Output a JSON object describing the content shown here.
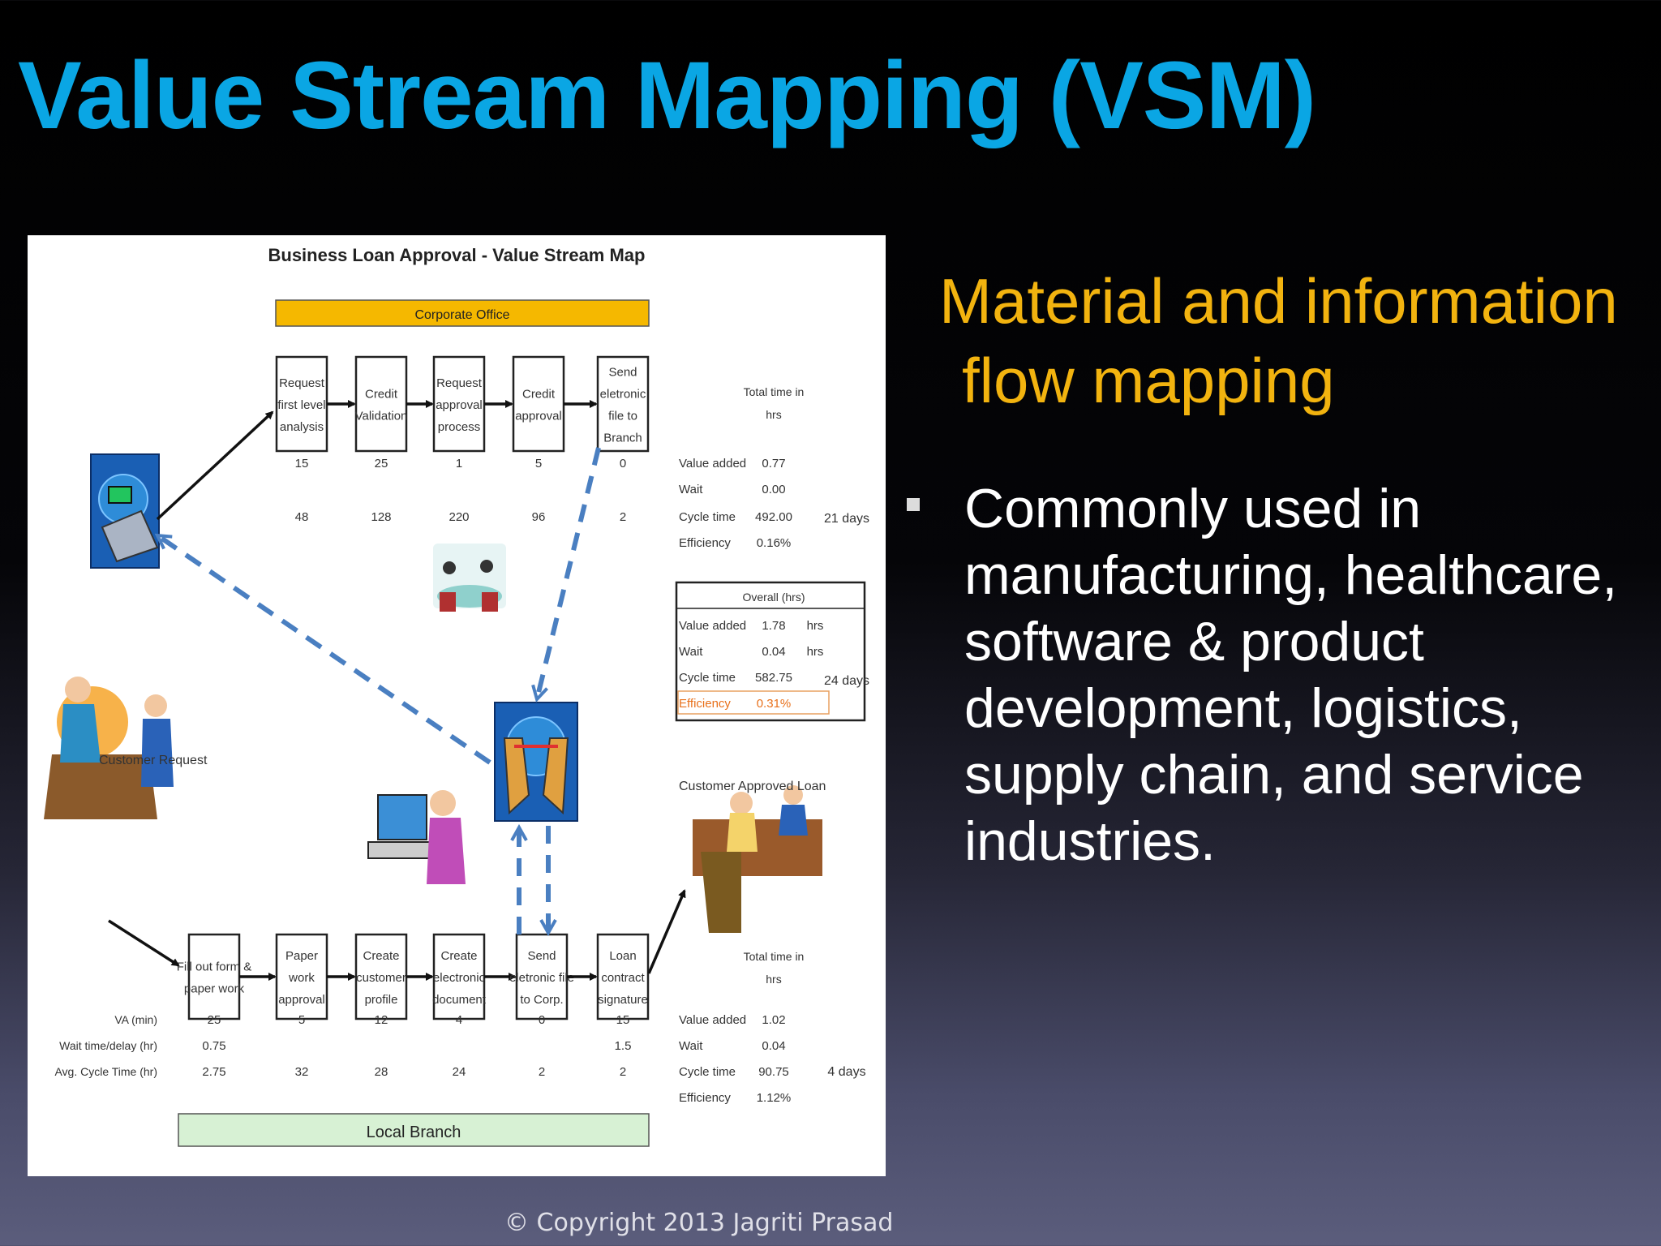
{
  "slide": {
    "title": "Value Stream Mapping (VSM)",
    "subheading_line1": "Material and information",
    "subheading_line2": "flow mapping",
    "bullet": "Commonly used in manufacturing, healthcare, software & product development, logistics, supply chain, and service industries.",
    "copyright": "© Copyright 2013  Jagriti Prasad"
  },
  "diagram": {
    "title": "Business Loan Approval - Value Stream Map",
    "corporate_label": "Corporate Office",
    "local_label": "Local Branch",
    "customer_request": "Customer Request",
    "customer_approved": "Customer Approved Loan",
    "corporate_processes": [
      {
        "lines": [
          "Request",
          "first level",
          "analysis"
        ],
        "va": "15",
        "ct": "48"
      },
      {
        "lines": [
          "Credit",
          "Validation"
        ],
        "va": "25",
        "ct": "128"
      },
      {
        "lines": [
          "Request",
          "approval",
          "process"
        ],
        "va": "1",
        "ct": "220"
      },
      {
        "lines": [
          "Credit",
          "approval"
        ],
        "va": "5",
        "ct": "96"
      },
      {
        "lines": [
          "Send",
          "eletronic",
          "file to",
          "Branch"
        ],
        "va": "0",
        "ct": "2"
      }
    ],
    "local_processes": [
      {
        "lines": [
          "Fill out form &",
          "paper work"
        ],
        "va": "25",
        "wait": "0.75",
        "ct": "2.75"
      },
      {
        "lines": [
          "Paper",
          "work",
          "approval"
        ],
        "va": "5",
        "wait": "",
        "ct": "32"
      },
      {
        "lines": [
          "Create",
          "customer",
          "profile"
        ],
        "va": "12",
        "wait": "",
        "ct": "28"
      },
      {
        "lines": [
          "Create",
          "electronic",
          "document"
        ],
        "va": "4",
        "wait": "",
        "ct": "24"
      },
      {
        "lines": [
          "Send",
          "eletronic file",
          "to Corp."
        ],
        "va": "0",
        "wait": "",
        "ct": "2"
      },
      {
        "lines": [
          "Loan",
          "contract",
          "signature"
        ],
        "va": "15",
        "wait": "1.5",
        "ct": "2"
      }
    ],
    "local_row_labels": [
      "VA (min)",
      "Wait time/delay (hr)",
      "Avg. Cycle Time (hr)"
    ],
    "total_time_header": [
      "Total time in",
      "hrs"
    ],
    "corporate_summary": {
      "labels": [
        "Value added",
        "Wait",
        "Cycle time",
        "Efficiency"
      ],
      "values": [
        "0.77",
        "0.00",
        "492.00",
        "0.16%"
      ],
      "days": "21 days"
    },
    "overall": {
      "header": "Overall (hrs)",
      "labels": [
        "Value added",
        "Wait",
        "Cycle time",
        "Efficiency"
      ],
      "values": [
        "1.78",
        "0.04",
        "582.75",
        "0.31%"
      ],
      "units": [
        "hrs",
        "hrs"
      ],
      "days": "24 days"
    },
    "local_summary": {
      "labels": [
        "Value added",
        "Wait",
        "Cycle time",
        "Efficiency"
      ],
      "values": [
        "1.02",
        "0.04",
        "90.75",
        "1.12%"
      ],
      "days": "4 days"
    }
  }
}
